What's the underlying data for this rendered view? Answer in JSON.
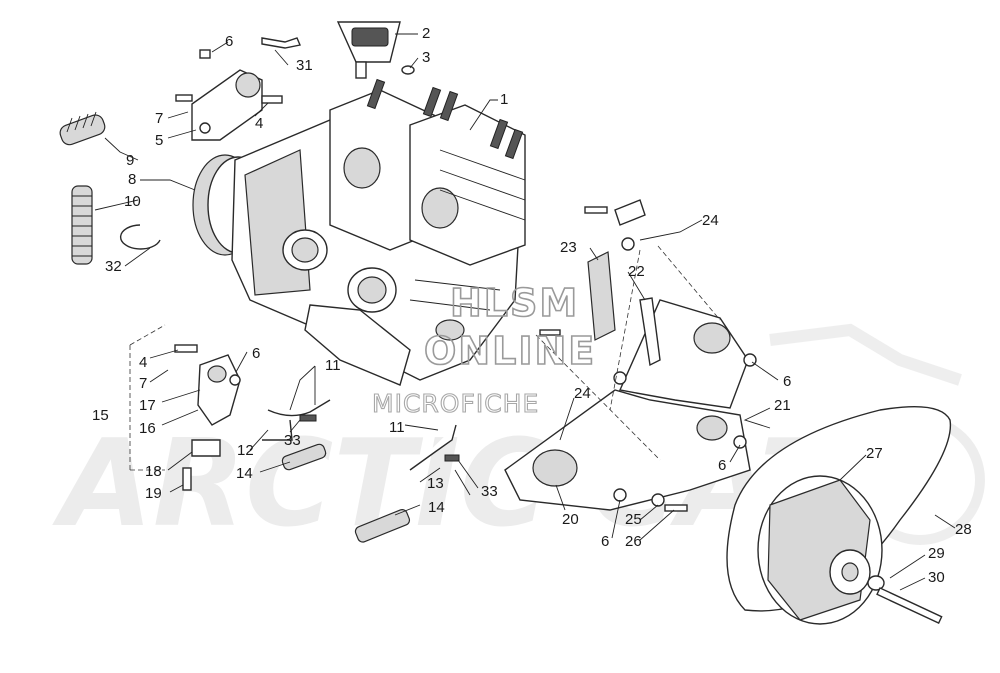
{
  "background_watermark": {
    "text": "ARCTIC CAT"
  },
  "watermark": {
    "line1": "HLSM",
    "line2": "ONLINE",
    "line3": "MICROFICHE"
  },
  "callouts": [
    {
      "id": "c1",
      "label": "1"
    },
    {
      "id": "c2",
      "label": "2"
    },
    {
      "id": "c3",
      "label": "3"
    },
    {
      "id": "c4a",
      "label": "4"
    },
    {
      "id": "c4b",
      "label": "4"
    },
    {
      "id": "c5",
      "label": "5"
    },
    {
      "id": "c6a",
      "label": "6"
    },
    {
      "id": "c6b",
      "label": "6"
    },
    {
      "id": "c6c",
      "label": "6"
    },
    {
      "id": "c6d",
      "label": "6"
    },
    {
      "id": "c6e",
      "label": "6"
    },
    {
      "id": "c7a",
      "label": "7"
    },
    {
      "id": "c7b",
      "label": "7"
    },
    {
      "id": "c8",
      "label": "8"
    },
    {
      "id": "c9",
      "label": "9"
    },
    {
      "id": "c10",
      "label": "10"
    },
    {
      "id": "c11a",
      "label": "11"
    },
    {
      "id": "c11b",
      "label": "11"
    },
    {
      "id": "c12",
      "label": "12"
    },
    {
      "id": "c13",
      "label": "13"
    },
    {
      "id": "c14a",
      "label": "14"
    },
    {
      "id": "c14b",
      "label": "14"
    },
    {
      "id": "c15",
      "label": "15"
    },
    {
      "id": "c16",
      "label": "16"
    },
    {
      "id": "c17",
      "label": "17"
    },
    {
      "id": "c18",
      "label": "18"
    },
    {
      "id": "c19",
      "label": "19"
    },
    {
      "id": "c20",
      "label": "20"
    },
    {
      "id": "c21",
      "label": "21"
    },
    {
      "id": "c22",
      "label": "22"
    },
    {
      "id": "c23",
      "label": "23"
    },
    {
      "id": "c24a",
      "label": "24"
    },
    {
      "id": "c24b",
      "label": "24"
    },
    {
      "id": "c25",
      "label": "25"
    },
    {
      "id": "c26",
      "label": "26"
    },
    {
      "id": "c27",
      "label": "27"
    },
    {
      "id": "c28",
      "label": "28"
    },
    {
      "id": "c29",
      "label": "29"
    },
    {
      "id": "c30",
      "label": "30"
    },
    {
      "id": "c31",
      "label": "31"
    },
    {
      "id": "c32",
      "label": "32"
    },
    {
      "id": "c33a",
      "label": "33"
    },
    {
      "id": "c33b",
      "label": "33"
    }
  ]
}
